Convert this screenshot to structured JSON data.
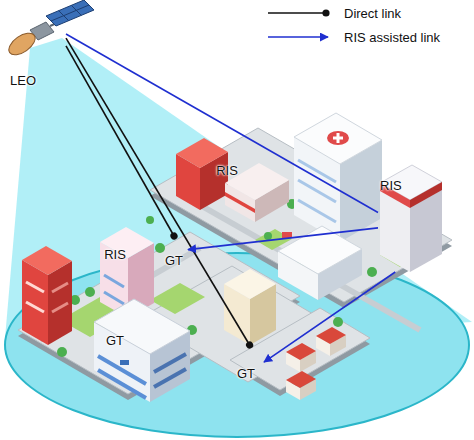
{
  "diagram": {
    "nodes": [
      {
        "text": [
          "LEO"
        ]
      },
      {
        "text": [
          "RIS"
        ]
      },
      {
        "text": [
          "RIS"
        ]
      },
      {
        "text": [
          "RIS"
        ]
      },
      {
        "text": [
          "GT"
        ]
      },
      {
        "text": [
          "GT"
        ]
      },
      {
        "text": [
          "GT"
        ]
      }
    ],
    "edges": [
      {
        "from": 0,
        "to": 4,
        "arrow": "none"
      },
      {
        "from": 0,
        "to": 6,
        "arrow": "none"
      },
      {
        "from": 0,
        "to": 2,
        "arrow": "none"
      },
      {
        "from": 2,
        "to": 4,
        "arrow": "to"
      },
      {
        "from": 2,
        "to": 6,
        "arrow": "to"
      }
    ],
    "legend": [
      {
        "text": "Direct link"
      },
      {
        "text": "RIS assisted link"
      }
    ]
  }
}
